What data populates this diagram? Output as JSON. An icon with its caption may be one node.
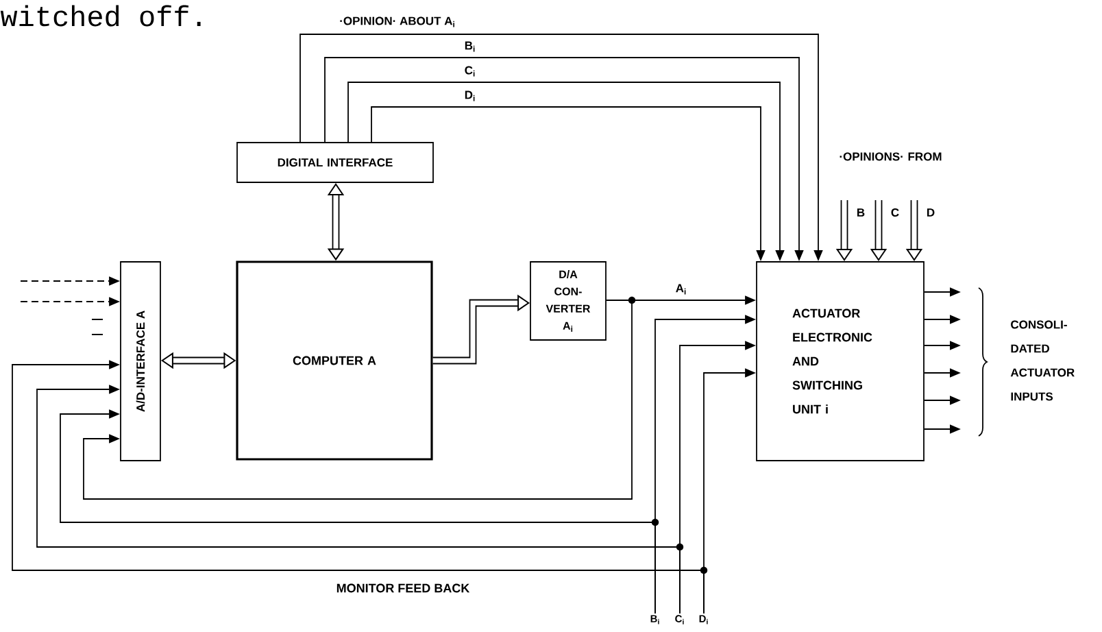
{
  "diagram": {
    "nodes": [
      {
        "text": [
          "DIGITAL INTERFACE"
        ]
      },
      {
        "text": [
          "A/D-INTERFACE A"
        ]
      },
      {
        "text": [
          "COMPUTER A"
        ]
      },
      {
        "text": [
          "D/A CON- VERTER A$_{i}$"
        ]
      },
      {
        "text": [
          "ACTUATOR ELECTRONIC AND SWITCHING UNIT i"
        ]
      },
      {
        "text": [
          "B$_{i}$"
        ]
      },
      {
        "text": [
          "C$_{i}$"
        ]
      },
      {
        "text": [
          "D$_{i}$"
        ]
      }
    ],
    "edges": [
      {
        "from": 0,
        "to": 4,
        "arrow": "to",
        "label": "·OPINION· ABOUT A$_{i}$"
      },
      {
        "from": 0,
        "to": 4,
        "arrow": "to",
        "label": "B$_{i}$"
      },
      {
        "from": 0,
        "to": 4,
        "arrow": "to",
        "label": "C$_{i}$"
      },
      {
        "from": 0,
        "to": 4,
        "arrow": "to",
        "label": "D$_{i}$"
      },
      {
        "from": null,
        "to": 4,
        "arrow": "to",
        "label": "B",
        "style": "thick"
      },
      {
        "from": null,
        "to": 4,
        "arrow": "to",
        "label": "C",
        "style": "thick"
      },
      {
        "from": null,
        "to": 4,
        "arrow": "to",
        "label": "D",
        "style": "thick"
      },
      {
        "from": 0,
        "to": 2,
        "arrow": "both",
        "style": "thick"
      },
      {
        "from": 1,
        "to": 2,
        "arrow": "both",
        "style": "thick"
      },
      {
        "from": 2,
        "to": 3,
        "arrow": "to",
        "style": "thick"
      },
      {
        "from": 3,
        "to": 4,
        "arrow": "to",
        "label": "A$_{i}$"
      },
      {
        "from": 3,
        "to": 1,
        "arrow": "to"
      },
      {
        "from": 5,
        "to": 4,
        "arrow": "to"
      },
      {
        "from": 5,
        "to": 1,
        "arrow": "to"
      },
      {
        "from": 6,
        "to": 4,
        "arrow": "to"
      },
      {
        "from": 6,
        "to": 1,
        "arrow": "to"
      },
      {
        "from": 7,
        "to": 4,
        "arrow": "to"
      },
      {
        "from": 7,
        "to": 1,
        "arrow": "to"
      },
      {
        "from": null,
        "to": 1,
        "arrow": "to",
        "style": "dashed"
      },
      {
        "from": null,
        "to": 1,
        "arrow": "to",
        "style": "dashed"
      },
      {
        "from": 4,
        "to": null,
        "arrow": "to"
      },
      {
        "from": 4,
        "to": null,
        "arrow": "to"
      },
      {
        "from": 4,
        "to": null,
        "arrow": "to"
      },
      {
        "from": 4,
        "to": null,
        "arrow": "to"
      },
      {
        "from": 4,
        "to": null,
        "arrow": "to"
      },
      {
        "from": 4,
        "to": null,
        "arrow": "to"
      }
    ],
    "labels": [
      "witched off.",
      "·OPINIONS· FROM",
      "CONSOLI- DATED ACTUATOR INPUTS",
      "MONITOR FEED BACK"
    ]
  }
}
